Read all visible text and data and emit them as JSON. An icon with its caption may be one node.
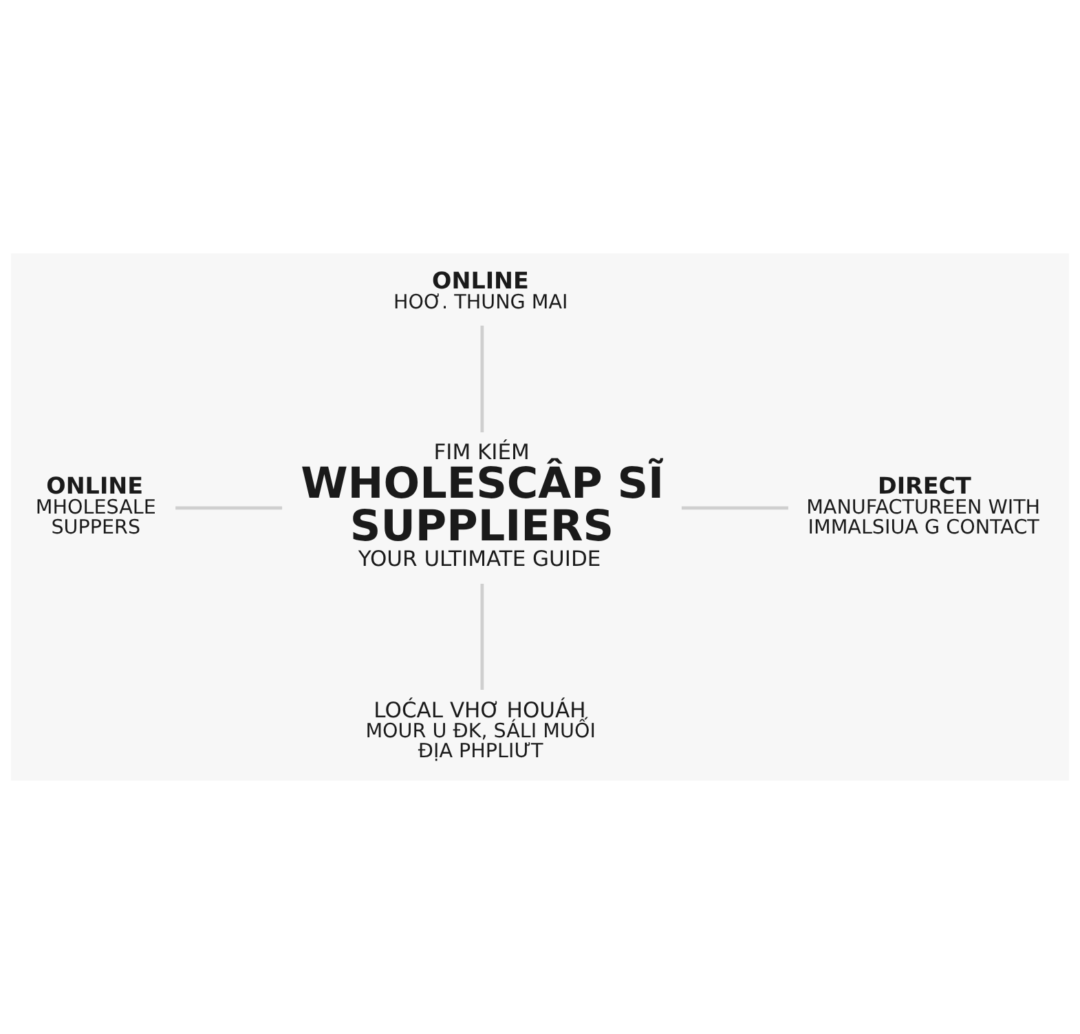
{
  "diagram": {
    "nodes": [
      {
        "text": [
          "FIM KIÉM",
          "WHOLESCÂP SĨ SUPPLIERS",
          "YOUR ULTIMATE GUIDE"
        ]
      },
      {
        "text": [
          "ONLINE",
          "HOƠ. THUNG MAI"
        ]
      },
      {
        "text": [
          "ONLINE",
          "MHOLESALE SUPPERS"
        ]
      },
      {
        "text": [
          "DIRECT",
          "MANUFACTUREEN WITH IMMALSIUA G CONTACT"
        ]
      },
      {
        "text": [
          "LOĆAL VHƠ HOUÁH",
          "MOUR U ĐK, SÁLI MUỐI ĐỊA PHPLIƯT"
        ]
      }
    ],
    "edges": [
      {
        "from": 1,
        "to": 0,
        "arrow": "none"
      },
      {
        "from": 2,
        "to": 0,
        "arrow": "none"
      },
      {
        "from": 0,
        "to": 3,
        "arrow": "none"
      },
      {
        "from": 0,
        "to": 4,
        "arrow": "none"
      }
    ]
  }
}
